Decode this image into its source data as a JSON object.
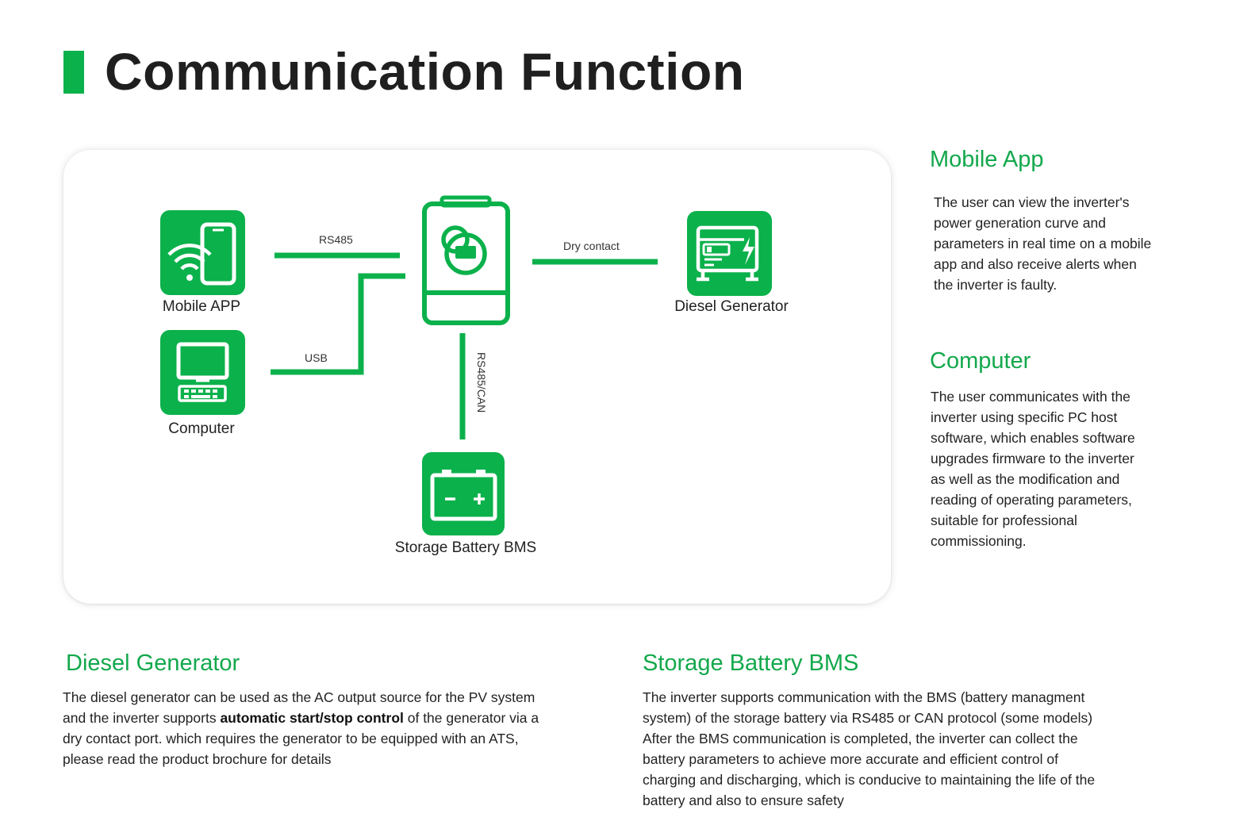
{
  "title": "Communication Function",
  "diagram": {
    "nodes": {
      "mobile_app": "Mobile APP",
      "computer": "Computer",
      "diesel_generator": "Diesel Generator",
      "storage_battery": "Storage Battery BMS"
    },
    "links": {
      "rs485": "RS485",
      "usb": "USB",
      "dry_contact": "Dry contact",
      "rs485_can": "RS485/CAN"
    }
  },
  "sections": {
    "mobile_app": {
      "heading": "Mobile App",
      "lines": [
        "The user can view the inverter's",
        "power generation curve and",
        "parameters in real time on a mobile",
        "app and also receive alerts when",
        "the inverter is faulty."
      ]
    },
    "computer": {
      "heading": "Computer",
      "lines": [
        "The user communicates with the",
        "inverter using specific PC host",
        "software, which enables software",
        "upgrades firmware to the inverter",
        "as well as the modification and",
        "reading of operating parameters,",
        "suitable for professional",
        "commissioning."
      ]
    },
    "diesel_generator": {
      "heading": "Diesel Generator",
      "line1": "The diesel generator can be used as the AC output source for the PV system",
      "line2_before": "and the inverter supports ",
      "line2_bold": "automatic start/stop control",
      "line2_after": " of the generator via a",
      "line3": "dry contact port. which requires the generator to be equipped with an ATS,",
      "line4": "please read the product brochure for details"
    },
    "storage_battery": {
      "heading": "Storage Battery BMS",
      "lines": [
        "The inverter supports communication with the BMS (battery managment",
        "system) of the storage battery via RS485 or CAN protocol (some models)",
        "After the BMS communication is completed, the inverter can collect the",
        "battery parameters to achieve more accurate and efficient control of",
        "charging and discharging, which is conducive to maintaining the life of the",
        "battery and also to ensure safety"
      ]
    }
  },
  "colors": {
    "brand_green": "#0bb14b",
    "heading_green": "#13a84c",
    "text": "#222222"
  },
  "icons": [
    "mobile-wifi-icon",
    "computer-icon",
    "inverter-icon",
    "diesel-generator-icon",
    "battery-icon"
  ]
}
